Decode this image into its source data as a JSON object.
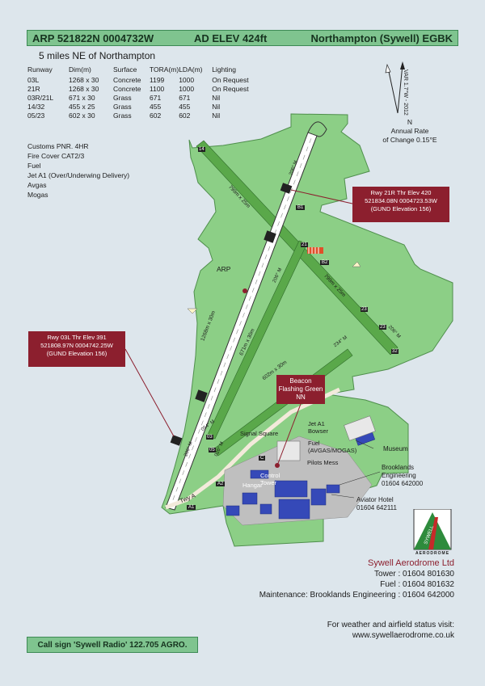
{
  "header": {
    "arp": "ARP 521822N 0004732W",
    "elevation": "AD ELEV 424ft",
    "name": "Northampton (Sywell) EGBK"
  },
  "subtitle": "5 miles NE of Northampton",
  "runway_table": {
    "headers": [
      "Runway",
      "Dim(m)",
      "Surface",
      "TORA(m)",
      "LDA(m)",
      "Lighting"
    ],
    "rows": [
      [
        "03L",
        "1268 x 30",
        "Concrete",
        "1199",
        "1000",
        "On Request"
      ],
      [
        "21R",
        "1268 x 30",
        "Concrete",
        "1100",
        "1000",
        "On Request"
      ],
      [
        "03R/21L",
        "671 x 30",
        "Grass",
        "671",
        "671",
        "Nil"
      ],
      [
        "14/32",
        "455 x 25",
        "Grass",
        "455",
        "455",
        "Nil"
      ],
      [
        "05/23",
        "602 x 30",
        "Grass",
        "602",
        "602",
        "Nil"
      ]
    ]
  },
  "facilities": [
    "Customs PNR. 4HR",
    "Fire Cover CAT2/3",
    "Fuel",
    "Jet A1 (Over/Underwing Delivery)",
    "Avgas",
    "Mogas"
  ],
  "compass": {
    "variation": "VAR 1.7°W - 2012",
    "north": "N",
    "annual_rate_line1": "Annual Rate",
    "annual_rate_line2": "of Change 0.15°E"
  },
  "callouts": {
    "rwy21r": [
      "Rwy 21R Thr Elev 420",
      "521834.08N 0004723.53W",
      "(GUND Elevation 156)"
    ],
    "rwy03l": [
      "Rwy 03L Thr Elev 391",
      "521808.97N 0004742.25W",
      "(GUND Elevation 156)"
    ],
    "beacon": [
      "Beacon",
      "Flashing Green",
      "NN"
    ]
  },
  "map_labels": {
    "arp": "ARP",
    "rwy_main": "1268m x 30m",
    "rwy_0321": "671m x 30m",
    "rwy_1432": "799m x 25m",
    "rwy_1432b": "799m x 25m",
    "rwy_0523": "602m x 30m",
    "hdg_206": "206° M",
    "hdg_206b": "206° M",
    "hdg_206c": "206° M",
    "hdg_026": "026° M",
    "hdg_054": "054° M",
    "hdg_234": "234° M",
    "hdg_206d": "206° M",
    "num_14": "14",
    "num_21": "21",
    "num_23": "23",
    "num_23b": "23",
    "num_03": "03",
    "num_05": "05",
    "num_32": "32",
    "b1": "B1",
    "b2": "B2",
    "a1": "A1",
    "a2": "A2",
    "c": "C",
    "twy_a": "Twy A",
    "signal_square": "Signal Square",
    "jet_a1_bowser": "Jet A1\nBowser",
    "fuel": "Fuel\n(AVGAS/MOGAS)",
    "pilots_mess": "Pilots Mess",
    "control_tower": "Control\nTower",
    "hangar": "Hangar",
    "museum": "Museum",
    "brooklands": "Brooklands\nEngineering\n01604 642000",
    "aviator_hotel": "Aviator Hotel\n01604 642111"
  },
  "contact": {
    "company": "Sywell Aerodrome Ltd",
    "tower": "Tower : 01604 801630",
    "fuel": "Fuel : 01604 801632",
    "maintenance": "Maintenance: Brooklands Engineering : 01604 642000"
  },
  "weather": {
    "line1": "For weather and airfield status visit:",
    "line2": "www.sywellaerodrome.co.uk"
  },
  "callsign": "Call sign 'Sywell Radio' 122.705 AGRO.",
  "logo": {
    "word": "SYWELL",
    "subtitle": "AERODROME"
  },
  "colors": {
    "grass": "#8ccf86",
    "runway_grass": "#5aa84a",
    "header": "#7fc48f",
    "callout": "#8c1f2e",
    "building": "#3549b8",
    "background": "#dde6ec"
  }
}
